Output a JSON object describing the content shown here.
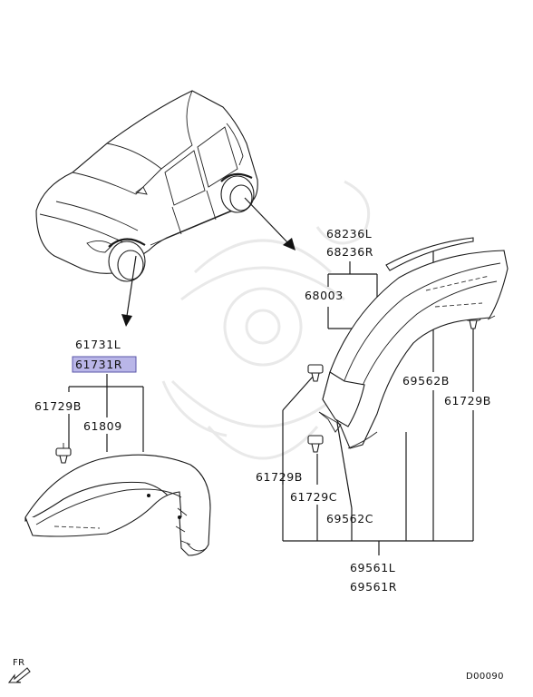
{
  "callouts": {
    "p61731L": "61731L",
    "p61731R": "61731R",
    "p61729B_left": "61729B",
    "p61809": "61809",
    "p68236L": "68236L",
    "p68236R": "68236R",
    "p68003": "68003",
    "p69562B": "69562B",
    "p61729B_right": "61729B",
    "p61729B_mid": "61729B",
    "p61729C": "61729C",
    "p69562C": "69562C",
    "p69561L": "69561L",
    "p69561R": "69561R"
  },
  "highlight_color": "#b9b6e8",
  "front_marker": "FR",
  "diagram_code": "D00090"
}
